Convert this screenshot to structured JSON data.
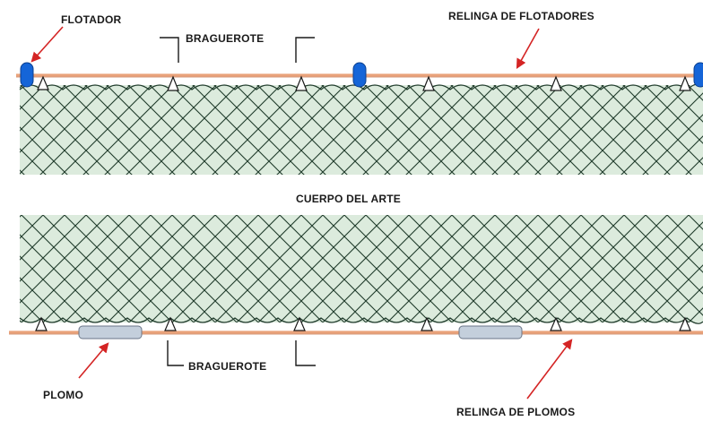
{
  "labels": {
    "float": "FLOTADOR",
    "float_line": "RELINGA DE FLOTADORES",
    "tie_top": "BRAGUEROTE",
    "net_body": "CUERPO DEL ARTE",
    "tie_bottom": "BRAGUEROTE",
    "sinker": "PLOMO",
    "lead_line": "RELINGA DE PLOMOS"
  },
  "colors": {
    "rope": "#e9a27a",
    "float": "#1565d8",
    "sinker": "#c4cfdc",
    "mesh": "#1e3a2a",
    "mesh_tint": "#dcebdd",
    "arrow": "#d42424"
  }
}
